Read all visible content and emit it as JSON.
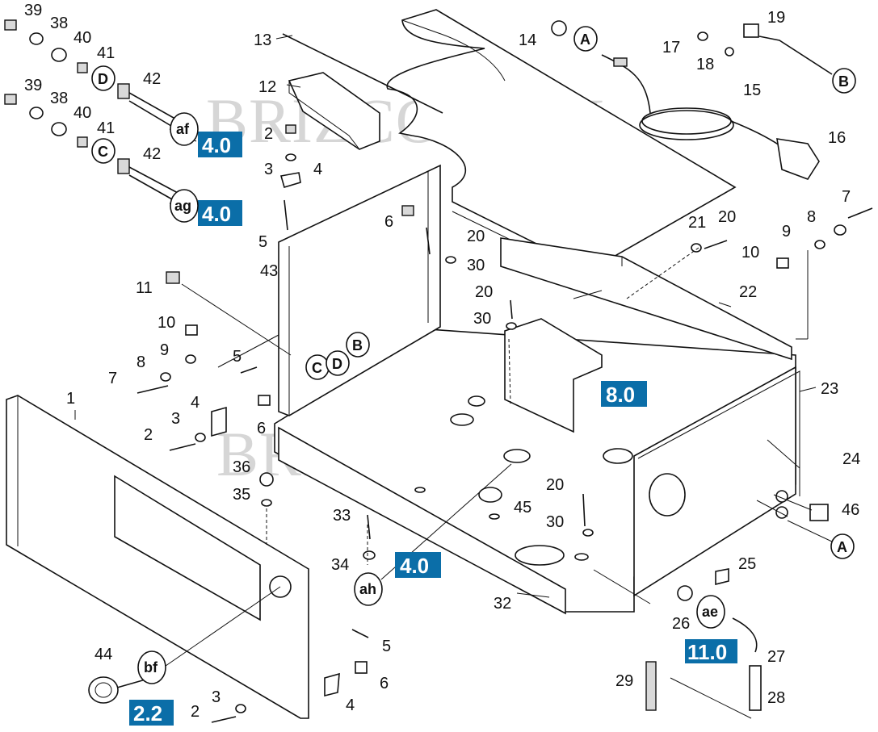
{
  "watermark": {
    "text_top": "BRIZCOM.RU",
    "text_mid": "BRIZCOM.RU"
  },
  "colors": {
    "ref_box": "#0b6ea8",
    "ink": "#111111"
  },
  "ref_boxes": {
    "b1": "4.0",
    "b2": "4.0",
    "b3": "8.0",
    "b4": "4.0",
    "b5": "11.0",
    "b6": "2.2"
  },
  "ref_circles": {
    "A_top": "A",
    "B_top": "B",
    "A_right": "A",
    "D_left": "D",
    "C_left": "C",
    "C_mid": "C",
    "D_mid": "D",
    "B_mid": "B",
    "af": "af",
    "ag": "ag",
    "ah": "ah",
    "ae": "ae",
    "bf": "bf"
  },
  "callouts": {
    "n1": "1",
    "n2a": "2",
    "n2b": "2",
    "n2c": "2",
    "n3a": "3",
    "n3b": "3",
    "n3c": "3",
    "n4a": "4",
    "n4b": "4",
    "n4c": "4",
    "n5a": "5",
    "n5b": "5",
    "n5c": "5",
    "n6a": "6",
    "n6b": "6",
    "n6c": "6",
    "n7a": "7",
    "n7b": "7",
    "n8a": "8",
    "n8b": "8",
    "n9a": "9",
    "n9b": "9",
    "n10a": "10",
    "n10b": "10",
    "n11": "11",
    "n12": "12",
    "n13": "13",
    "n14": "14",
    "n15": "15",
    "n16": "16",
    "n17": "17",
    "n18": "18",
    "n19": "19",
    "n20a": "20",
    "n20b": "20",
    "n20c": "20",
    "n20d": "20",
    "n21": "21",
    "n22": "22",
    "n23": "23",
    "n24": "24",
    "n25": "25",
    "n26": "26",
    "n27": "27",
    "n28": "28",
    "n29": "29",
    "n30a": "30",
    "n30b": "30",
    "n30c": "30",
    "n32": "32",
    "n33": "33",
    "n34": "34",
    "n35": "35",
    "n36": "36",
    "n38a": "38",
    "n38b": "38",
    "n39a": "39",
    "n39b": "39",
    "n40a": "40",
    "n40b": "40",
    "n41a": "41",
    "n41b": "41",
    "n42a": "42",
    "n42b": "42",
    "n43": "43",
    "n44": "44",
    "n45": "45",
    "n46": "46"
  }
}
